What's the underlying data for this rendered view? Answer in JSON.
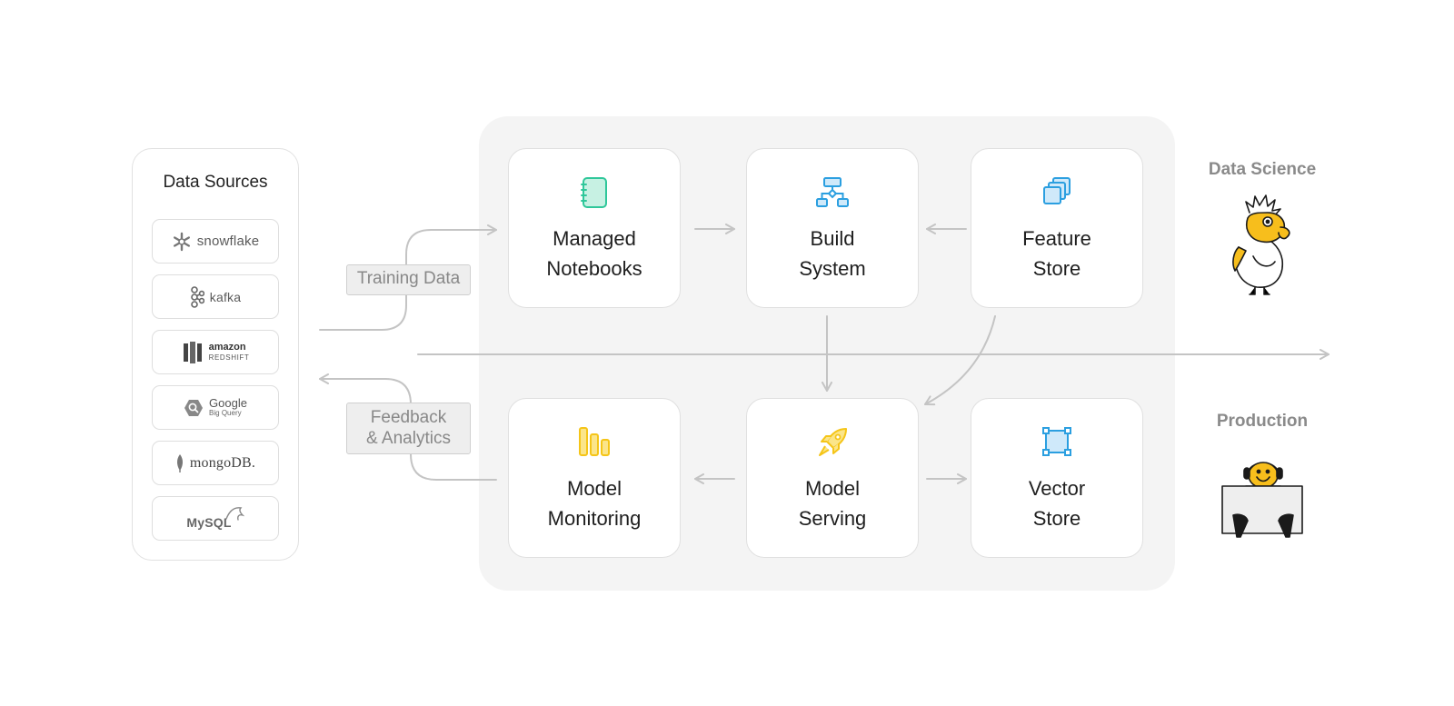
{
  "data_sources": {
    "title": "Data Sources",
    "items": [
      {
        "name": "snowflake",
        "text": "snowflake"
      },
      {
        "name": "kafka",
        "text": "kafka"
      },
      {
        "name": "amazon-redshift",
        "line1": "amazon",
        "line2": "REDSHIFT"
      },
      {
        "name": "google-bigquery",
        "line1": "Google",
        "line2": "Big Query"
      },
      {
        "name": "mongodb",
        "text": "mongoDB."
      },
      {
        "name": "mysql",
        "text": "MySQL"
      }
    ]
  },
  "tags": {
    "training": "Training Data",
    "feedback_line1": "Feedback",
    "feedback_line2": "& Analytics"
  },
  "cards": {
    "managed_notebooks": {
      "line1": "Managed",
      "line2": "Notebooks"
    },
    "build_system": {
      "line1": "Build",
      "line2": "System"
    },
    "feature_store": {
      "line1": "Feature",
      "line2": "Store"
    },
    "model_monitoring": {
      "line1": "Model",
      "line2": "Monitoring"
    },
    "model_serving": {
      "line1": "Model",
      "line2": "Serving"
    },
    "vector_store": {
      "line1": "Vector",
      "line2": "Store"
    }
  },
  "side": {
    "data_science": "Data Science",
    "production": "Production"
  },
  "colors": {
    "notebook": "#2fc79a",
    "build": "#2b9fe0",
    "feature": "#2b9fe0",
    "monitoring": "#f5c518",
    "serving": "#f5c518",
    "vector": "#2b9fe0",
    "connector": "#c4c4c4",
    "duck": "#f7be1c"
  },
  "icons": {
    "notebook": "notebook-icon",
    "build": "flowchart-icon",
    "feature": "stacked-layers-icon",
    "monitoring": "bar-chart-icon",
    "serving": "rocket-icon",
    "vector": "vector-select-icon",
    "data_science_mascot": "duck-scientist-illustration",
    "production_mascot": "duck-laptop-illustration"
  }
}
